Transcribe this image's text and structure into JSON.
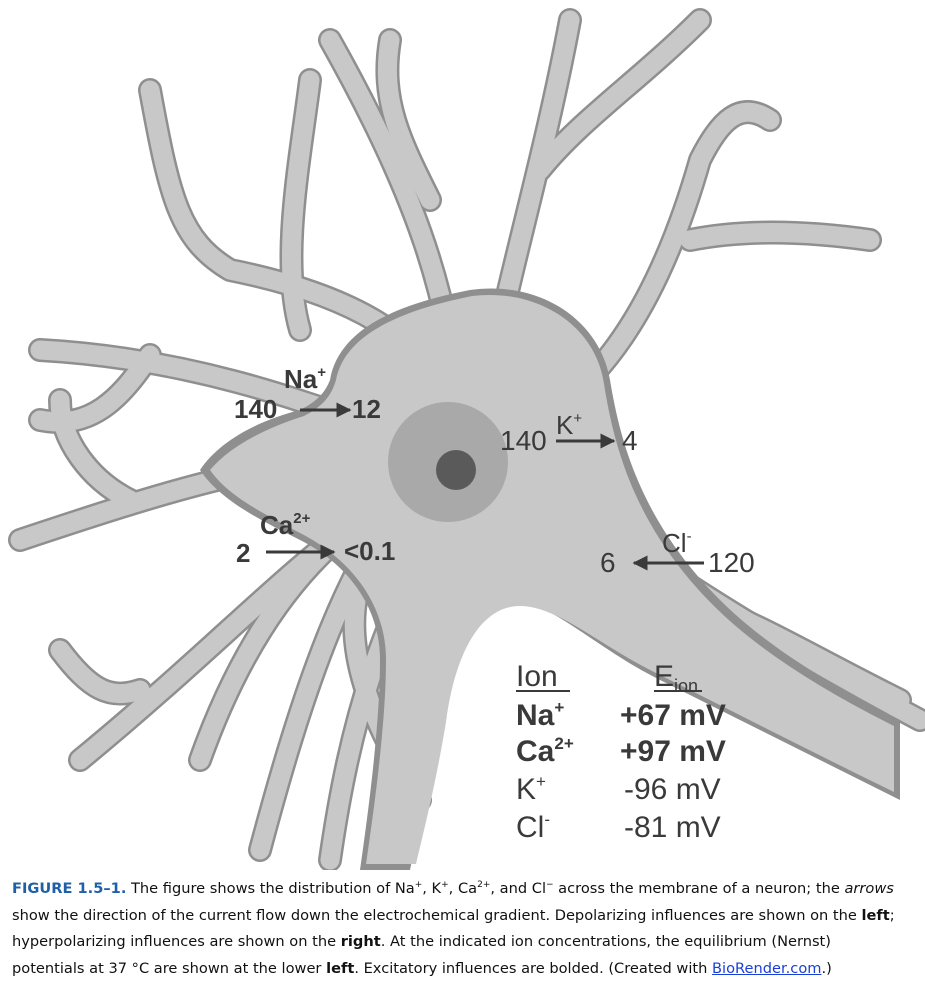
{
  "ions": {
    "na": {
      "symbol": "Na",
      "charge": "+",
      "outside": "140",
      "inside": "12"
    },
    "ca": {
      "symbol": "Ca",
      "charge": "2+",
      "outside": "2",
      "inside": "<0.1"
    },
    "k": {
      "symbol": "K",
      "charge": "+",
      "outside": "140",
      "inside": "4"
    },
    "cl": {
      "symbol": "Cl",
      "charge": "-",
      "outside": "120",
      "inside": "6"
    }
  },
  "table": {
    "header_ion": "Ion",
    "header_e": "E",
    "header_e_sub": "ion",
    "rows": [
      {
        "ion": "Na",
        "charge": "+",
        "value": "+67 mV",
        "bold": true
      },
      {
        "ion": "Ca",
        "charge": "2+",
        "value": "+97 mV",
        "bold": true
      },
      {
        "ion": "K",
        "charge": "+",
        "value": "-96 mV",
        "bold": false
      },
      {
        "ion": "Cl",
        "charge": "-",
        "value": "-81 mV",
        "bold": false
      }
    ]
  },
  "caption": {
    "label": "FIGURE 1.5–1.",
    "t1": " The figure shows the distribution of Na",
    "s1": "+",
    "t2": ", K",
    "s2": "+",
    "t3": ", Ca",
    "s3": "2+",
    "t4": ", and Cl",
    "s4": "−",
    "t5": " across the membrane of a neuron; the ",
    "i1": "arrows",
    "t6": " show the direction of the current flow down the electrochemical gradient. Depolarizing influences are shown on the ",
    "b1": "left",
    "t7": "; hyperpolarizing influences are shown on the ",
    "b2": "right",
    "t8": ". At the indicated ion concentrations, the equilibrium (Nernst) potentials at 37 °C are shown at the lower ",
    "b3": "left",
    "t9": ". Excitatory influences are bolded. (Created with ",
    "link": "BioRender.com",
    "t10": ".)"
  },
  "colors": {
    "cell_fill": "#c8c8c8",
    "cell_stroke": "#8f8f8f",
    "nucleus": "#a9a9a9",
    "nucleolus": "#5a5a5a",
    "arrow": "#3a3a3a",
    "caption_label": "#1f5fa8",
    "link": "#1a3fd6"
  }
}
